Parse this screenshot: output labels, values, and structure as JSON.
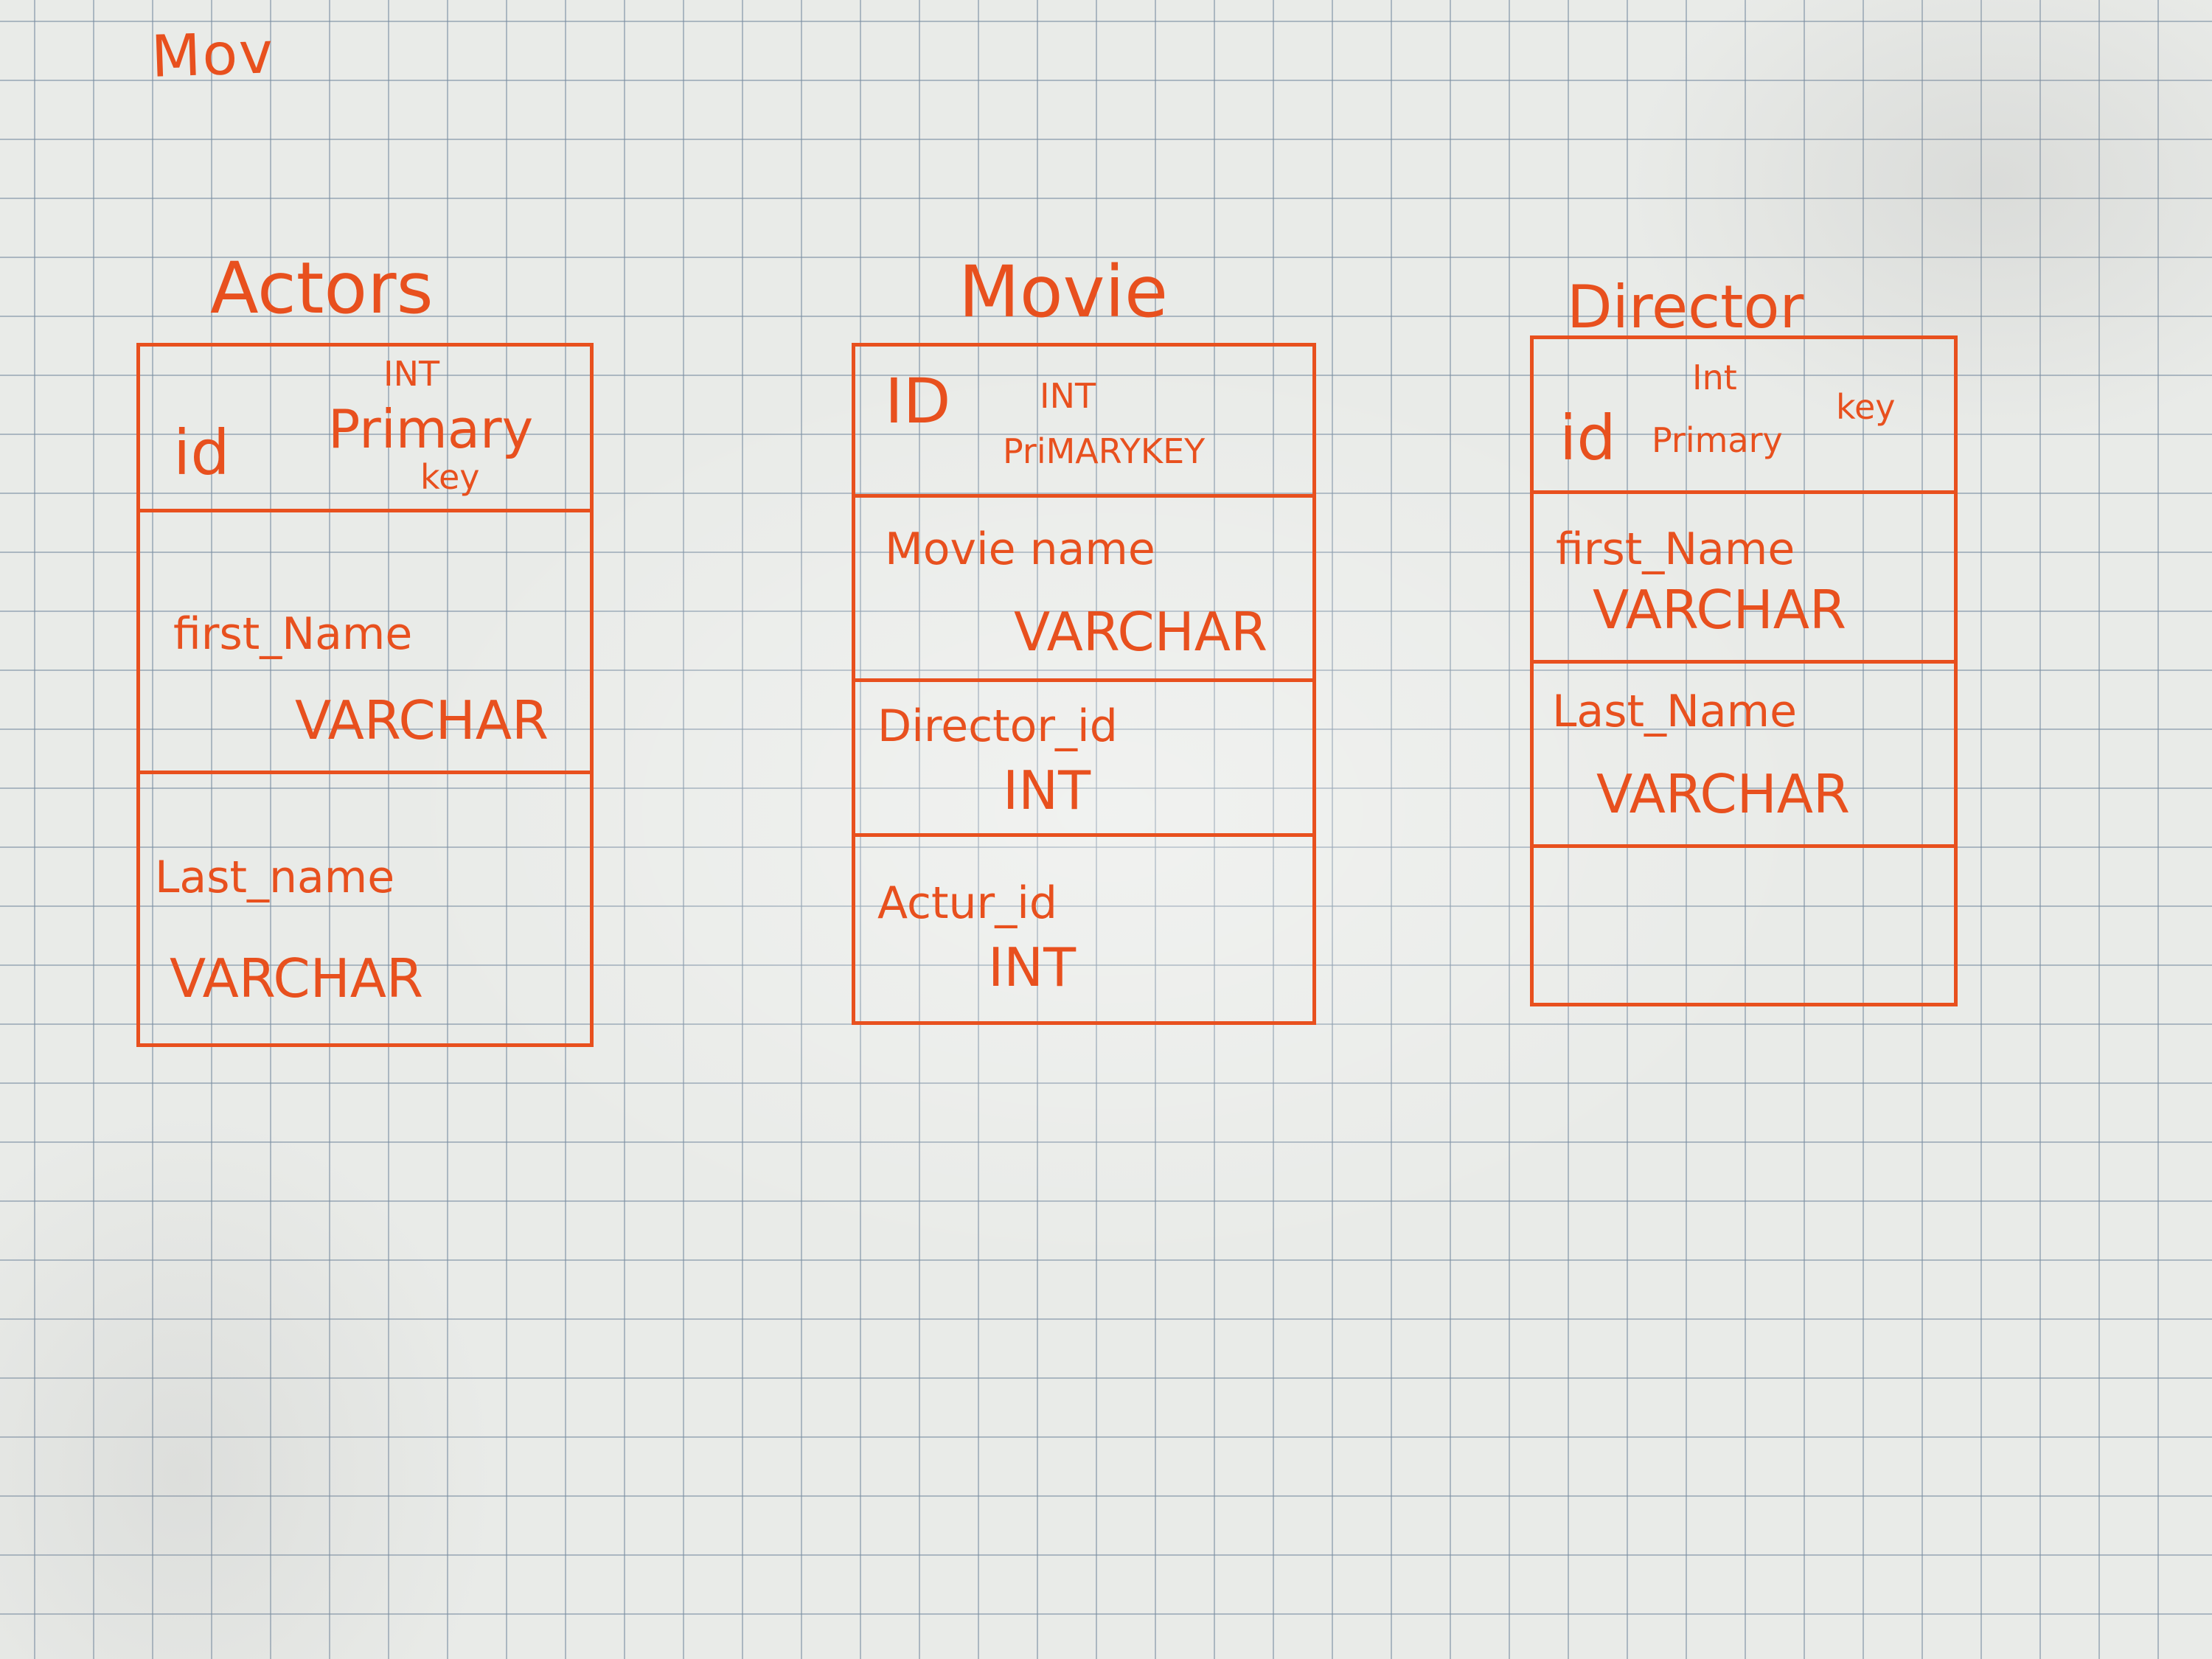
{
  "note": "Mov",
  "ink_color": "#e8501e",
  "tables": {
    "actors": {
      "title": "Actors",
      "rows": [
        {
          "name": "id",
          "type": "INT",
          "key": "Primary",
          "key2": "key"
        },
        {
          "name": "first_Name",
          "type": "VARCHAR"
        },
        {
          "name": "Last_name",
          "type": "VARCHAR"
        }
      ]
    },
    "movie": {
      "title": "Movie",
      "rows": [
        {
          "name": "ID",
          "type": "INT",
          "key": "PriMARYKEY"
        },
        {
          "name": "Movie name",
          "type": "VARCHAR"
        },
        {
          "name": "Director_id",
          "type": "INT"
        },
        {
          "name": "Actur_id",
          "type": "INT"
        }
      ]
    },
    "director": {
      "title": "Director",
      "rows": [
        {
          "name": "id",
          "type": "Int",
          "key": "Primary",
          "key2": "key"
        },
        {
          "name": "first_Name",
          "type": "VARCHAR"
        },
        {
          "name": "Last_Name",
          "type": "VARCHAR"
        },
        {
          "name": "",
          "type": ""
        }
      ]
    }
  }
}
